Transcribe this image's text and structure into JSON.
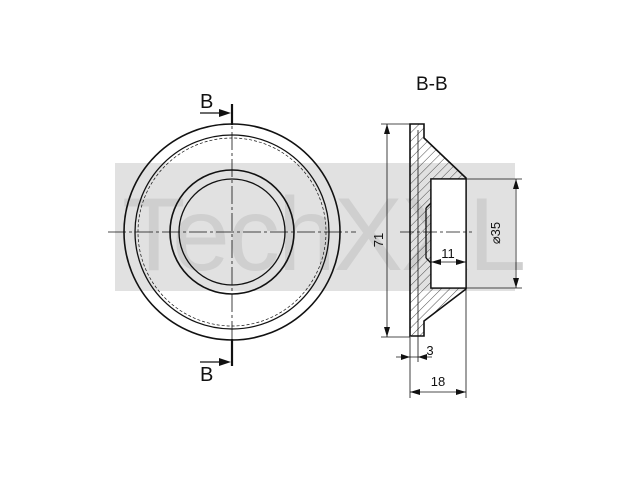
{
  "section_cut_label_top": "B",
  "section_cut_label_bottom": "B",
  "section_view_title": "B-B",
  "watermark_text": "TechXXL",
  "dimensions": {
    "outer_diameter": "71",
    "bore_diameter": "⌀35",
    "bore_depth": "11",
    "flange_thickness": "3",
    "total_height": "18"
  },
  "colors": {
    "line": "#111111",
    "hatch": "#222222",
    "watermark_band": "#d9d9d9",
    "watermark_text": "#cfcfcf"
  }
}
